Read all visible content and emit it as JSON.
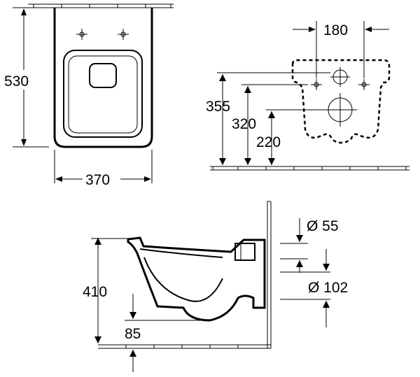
{
  "dimensions": {
    "height_530": "530",
    "width_370": "370",
    "spacing_180": "180",
    "height_355": "355",
    "height_320": "320",
    "height_220": "220",
    "dia_55": "Ø 55",
    "dia_102": "Ø 102",
    "height_410": "410",
    "height_85": "85"
  }
}
